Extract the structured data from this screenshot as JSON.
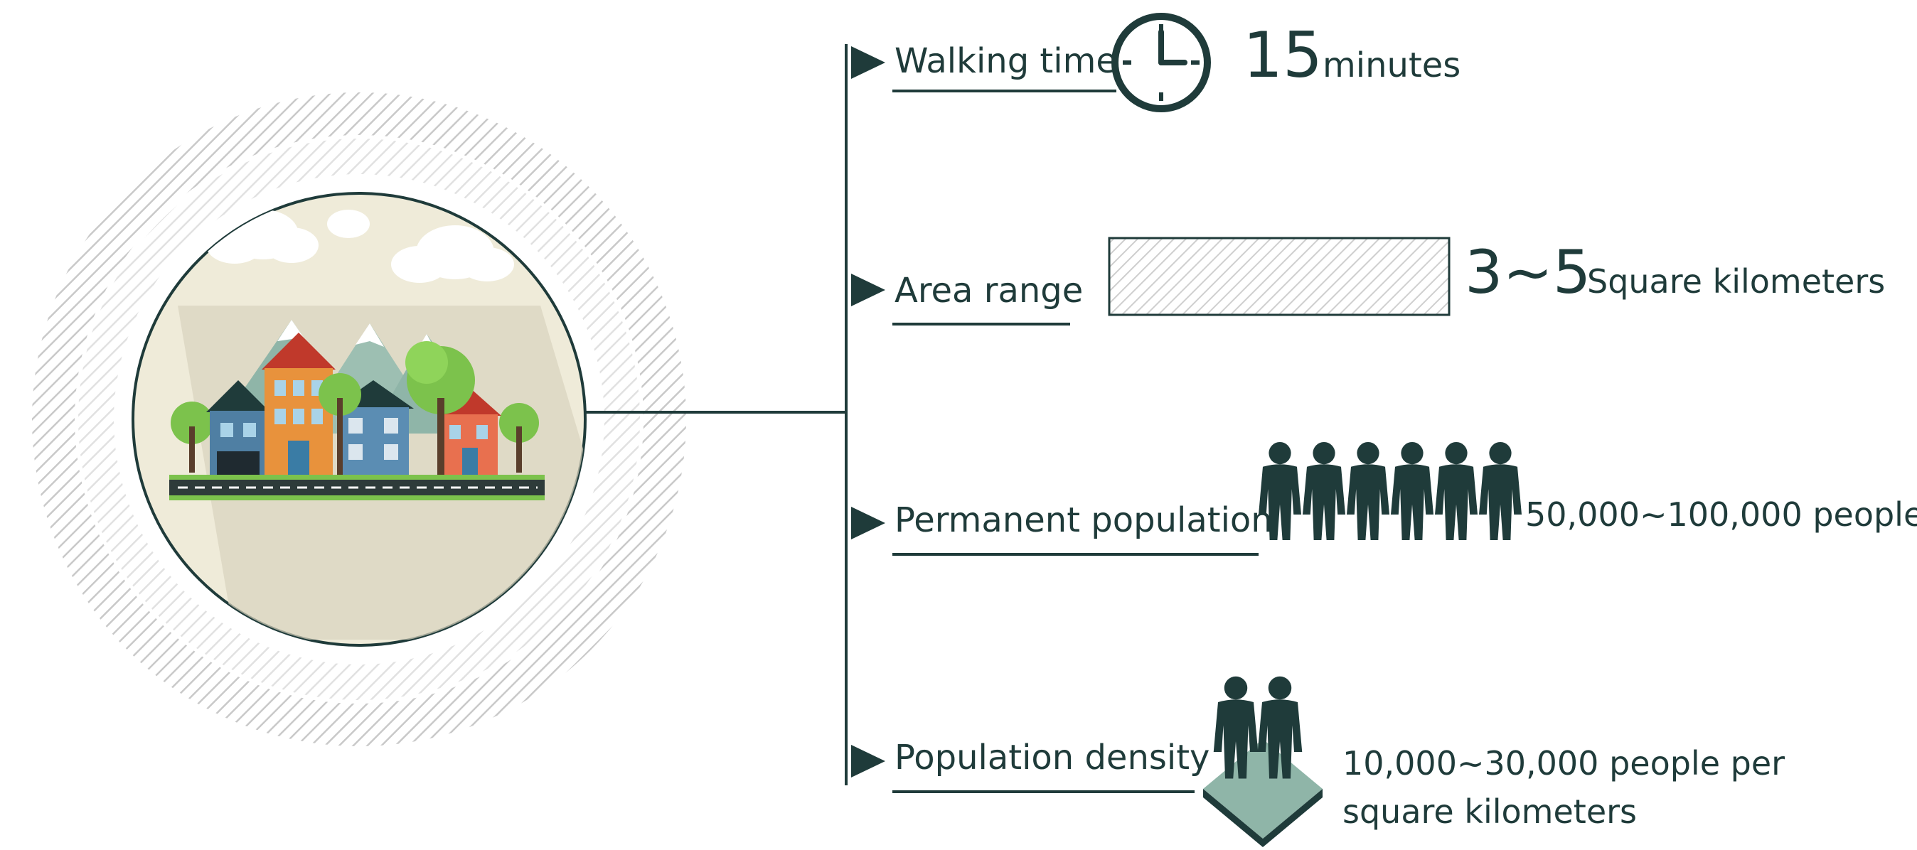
{
  "colors": {
    "primary": "#1f3b3a",
    "accent": "#8fb5a8",
    "hatch": "#c9c9c9",
    "circle_fill": "#efebd9"
  },
  "items": [
    {
      "label": "Walking time",
      "icon": "clock-icon",
      "value_big": "15",
      "value_unit": "minutes"
    },
    {
      "label": "Area range",
      "icon": "hatched-area-box",
      "value_big": "3~5",
      "value_unit": "Square kilometers"
    },
    {
      "label": "Permanent population",
      "icon": "crowd-icon",
      "value": "50,000~100,000 people"
    },
    {
      "label": "Population density",
      "icon": "people-on-platform-icon",
      "value_line1": "10,000~30,000 people per",
      "value_line2": "square kilometers"
    }
  ]
}
